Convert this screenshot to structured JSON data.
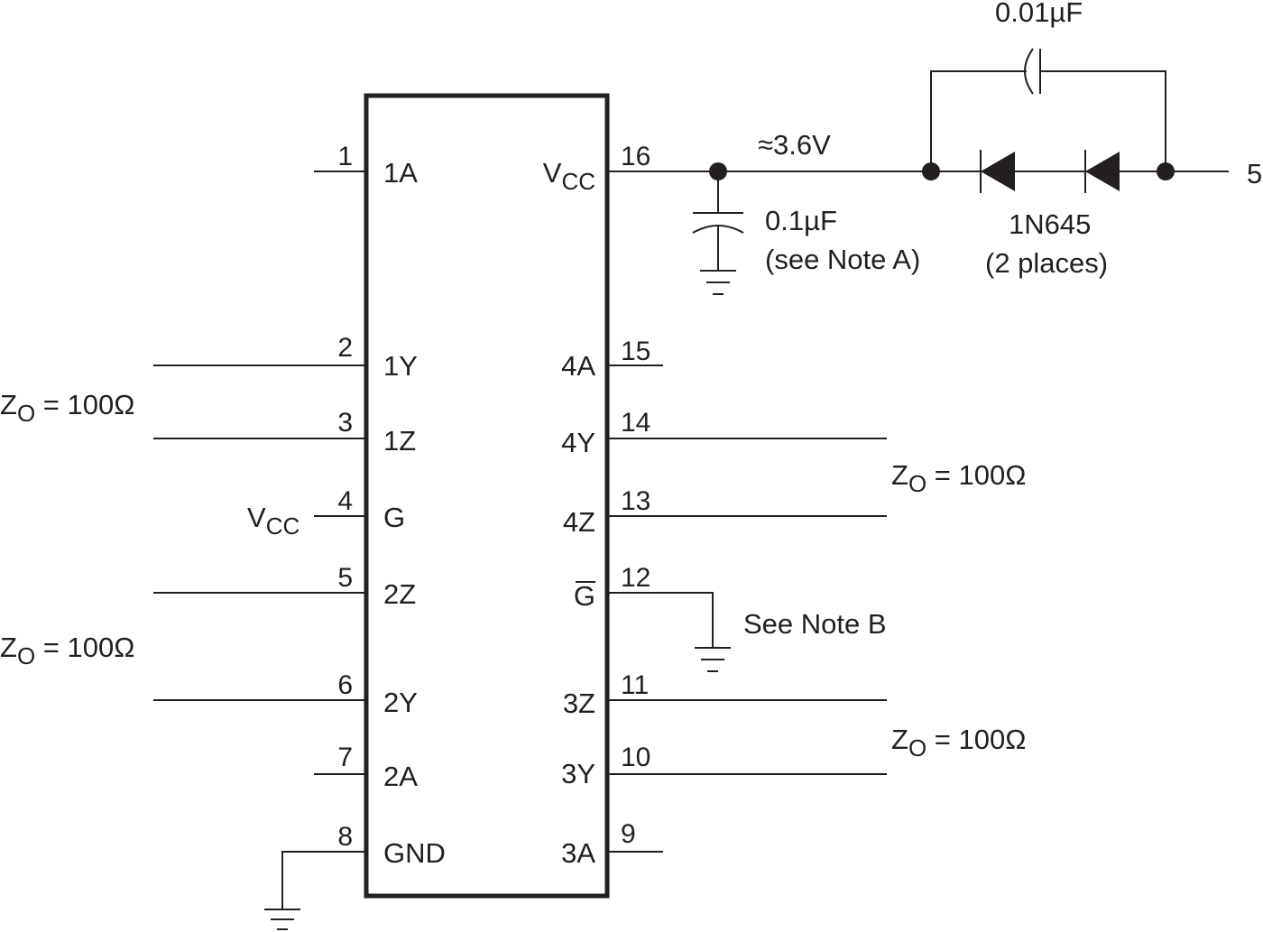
{
  "ic": {
    "left_pins": [
      {
        "num": "1",
        "name": "1A"
      },
      {
        "num": "2",
        "name": "1Y"
      },
      {
        "num": "3",
        "name": "1Z"
      },
      {
        "num": "4",
        "name": "G"
      },
      {
        "num": "5",
        "name": "2Z"
      },
      {
        "num": "6",
        "name": "2Y"
      },
      {
        "num": "7",
        "name": "2A"
      },
      {
        "num": "8",
        "name": "GND"
      }
    ],
    "right_pins": [
      {
        "num": "16",
        "name_main": "V",
        "name_sub": "CC"
      },
      {
        "num": "15",
        "name": "4A"
      },
      {
        "num": "14",
        "name": "4Y"
      },
      {
        "num": "13",
        "name": "4Z"
      },
      {
        "num": "12",
        "name": "G"
      },
      {
        "num": "11",
        "name": "3Z"
      },
      {
        "num": "10",
        "name": "3Y"
      },
      {
        "num": "9",
        "name": "3A"
      }
    ]
  },
  "labels": {
    "vcc_main": "V",
    "vcc_sub": "CC",
    "zo_main": "Z",
    "zo_sub": "O",
    "zo_value": " = 100Ω",
    "voltage_node": "≈3.6V",
    "cap_bypass": "0.1µF",
    "cap_bypass_note": "(see Note  A)",
    "cap_top": "0.01µF",
    "diode_part": "1N645",
    "diode_places": "(2   places)",
    "note_b": "See Note  B",
    "supply_cut": "5"
  }
}
